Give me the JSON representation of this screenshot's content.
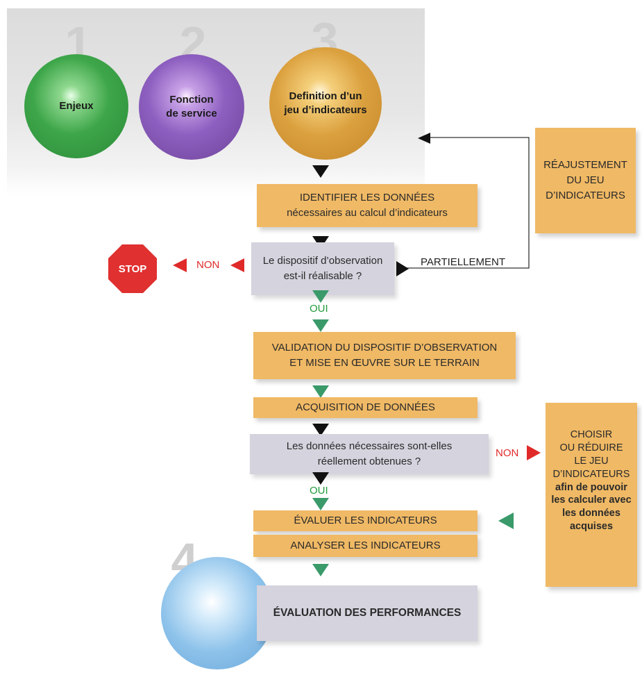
{
  "steps": {
    "numbers": [
      "1",
      "2",
      "3",
      "4"
    ],
    "enjeux": "Enjeux",
    "fonction_line1": "Fonction",
    "fonction_line2": "de service",
    "definition_line1": "Definition d’un",
    "definition_line2": "jeu d’indicateurs"
  },
  "boxes": {
    "identifier_line1": "IDENTIFIER LES DONNÉES",
    "identifier_line2": "nécessaires au calcul d’indicateurs",
    "question1_line1": "Le dispositif d’observation",
    "question1_line2": "est-il réalisable ?",
    "validation_line1": "VALIDATION DU DISPOSITIF D’OBSERVATION",
    "validation_line2": "ET MISE EN ŒUVRE SUR  LE TERRAIN",
    "acquisition": "ACQUISITION DE DONNÉES",
    "question2_line1": "Les données nécessaires sont-elles",
    "question2_line2": "réellement obtenues ?",
    "evaluer": "ÉVALUER LES INDICATEURS",
    "analyser": "ANALYSER LES INDICATEURS",
    "evaluation": "ÉVALUATION DES PERFORMANCES",
    "reajustement_line1": "RÉAJUSTEMENT",
    "reajustement_line2": "DU JEU",
    "reajustement_line3": "D’INDICATEURS",
    "choisir_line1": "CHOISIR",
    "choisir_line2": "OU RÉDUIRE",
    "choisir_line3": "LE JEU",
    "choisir_line4": "D’INDICATEURS",
    "choisir_line5": "afin de pouvoir",
    "choisir_line6": "les calculer avec",
    "choisir_line7": "les données",
    "choisir_line8": "acquises"
  },
  "labels": {
    "stop": "STOP",
    "non1": "NON",
    "partiellement": "PARTIELLEMENT",
    "oui1": "OUI",
    "non2": "NON",
    "oui2": "OUI"
  },
  "colors": {
    "orange_box": "#f0b965",
    "grey_box": "#d4d3de",
    "red": "#e02a2a",
    "green_arrow": "#3a9a6a",
    "stop_red": "#e03030"
  }
}
